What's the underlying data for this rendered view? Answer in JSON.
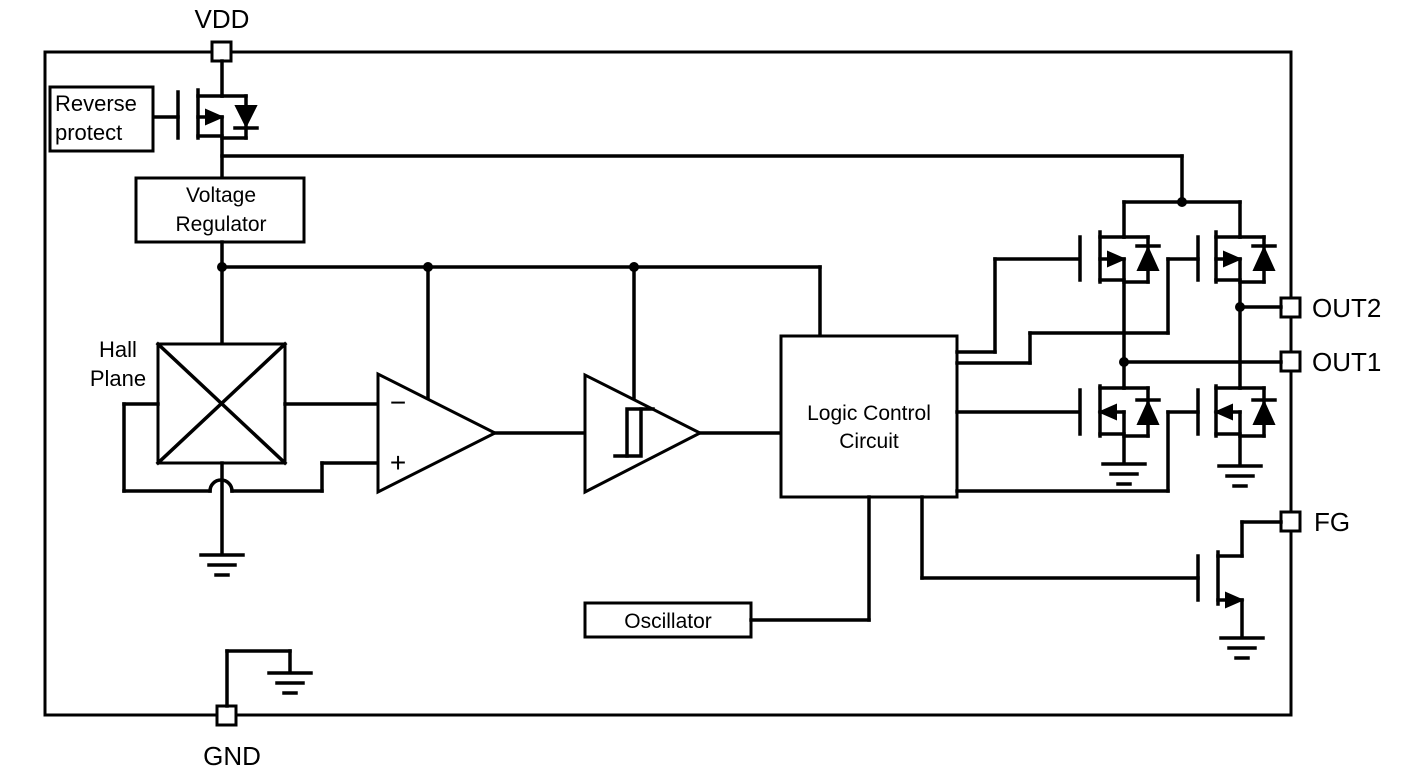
{
  "pins": {
    "vdd": "VDD",
    "gnd": "GND",
    "out1": "OUT1",
    "out2": "OUT2",
    "fg": "FG"
  },
  "blocks": {
    "reverse_protect": [
      "Reverse",
      "protect"
    ],
    "voltage_regulator": [
      "Voltage",
      "Regulator"
    ],
    "hall_plane": [
      "Hall",
      "Plane"
    ],
    "logic_control": [
      "Logic Control",
      "Circuit"
    ],
    "oscillator": "Oscillator"
  },
  "comparator": {
    "minus": "−",
    "plus": "+"
  }
}
